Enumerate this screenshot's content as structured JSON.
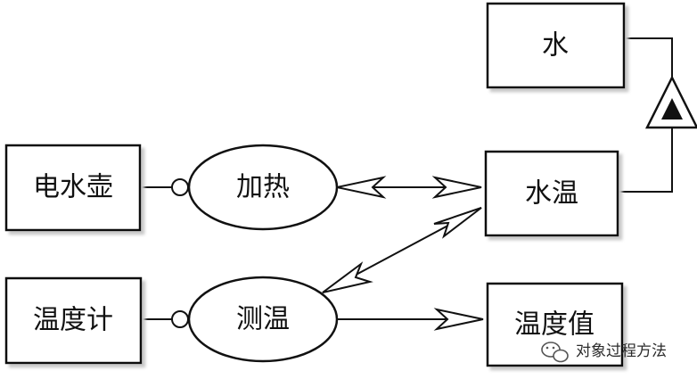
{
  "boxes": {
    "kettle": "电水壶",
    "thermometer": "温度计",
    "water": "水",
    "water_temp": "水温",
    "temp_value": "温度值"
  },
  "processes": {
    "heat": "加热",
    "measure": "测温"
  },
  "watermark": {
    "text": "对象过程方法",
    "icon": "wechat-icon"
  },
  "colors": {
    "line": "#111111",
    "box_shadow": "#d0d0d0",
    "background": "#ffffff"
  }
}
